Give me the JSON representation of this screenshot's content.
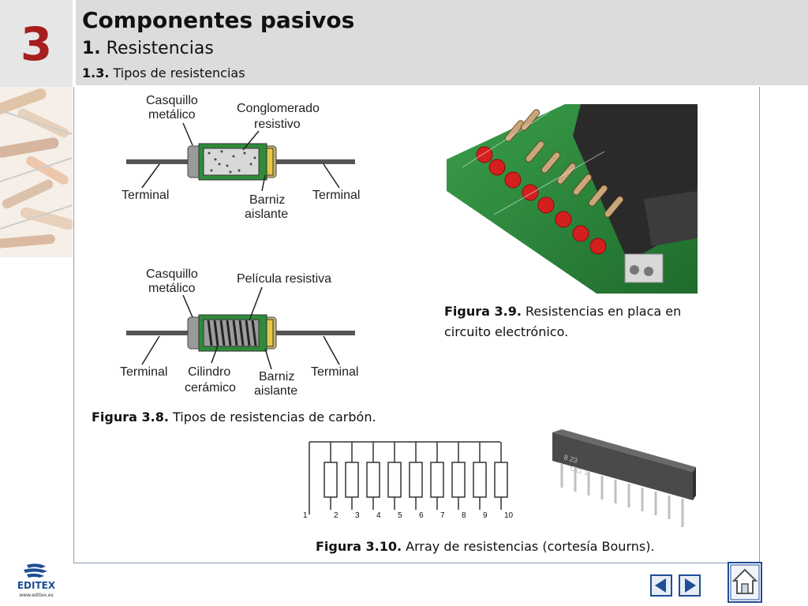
{
  "header": {
    "chapter_number": "3",
    "title": "Componentes pasivos",
    "subtitle_number": "1.",
    "subtitle_text": "Resistencias",
    "section_number": "1.3.",
    "section_text": "Tipos de resistencias"
  },
  "figure_3_8": {
    "top": {
      "label_casquillo_1": "Casquillo",
      "label_casquillo_2": "metálico",
      "label_conglomerado_1": "Conglomerado",
      "label_conglomerado_2": "resistivo",
      "label_terminal_left": "Terminal",
      "label_terminal_right": "Terminal",
      "label_barniz_1": "Barniz",
      "label_barniz_2": "aislante"
    },
    "bottom": {
      "label_casquillo_1": "Casquillo",
      "label_casquillo_2": "metálico",
      "label_pelicula": "Película resistiva",
      "label_terminal_left": "Terminal",
      "label_terminal_right": "Terminal",
      "label_cilindro_1": "Cilindro",
      "label_cilindro_2": "cerámico",
      "label_barniz_1": "Barniz",
      "label_barniz_2": "aislante"
    },
    "caption_bold": "Figura 3.8.",
    "caption_text": " Tipos de resistencias de carbón."
  },
  "figure_3_9": {
    "caption_bold": "Figura 3.9.",
    "caption_text": " Resistencias en placa en circuito electrónico."
  },
  "figure_3_10": {
    "pins": [
      "1",
      "2",
      "3",
      "4",
      "5",
      "6",
      "7",
      "8",
      "9",
      "10"
    ],
    "chip_marking_1": "8 23",
    "chip_marking_2": "C11 1",
    "caption_bold": "Figura 3.10.",
    "caption_text": " Array de resistencias (cortesía Bourns)."
  },
  "footer": {
    "logo_text": "EDITEX",
    "logo_url_text": "www.editex.es"
  },
  "colors": {
    "chapter_red": "#a61e1e",
    "header_gray": "#dcdcdc",
    "nav_blue": "#1f4e96",
    "pcb_green": "#2f8f3c"
  }
}
